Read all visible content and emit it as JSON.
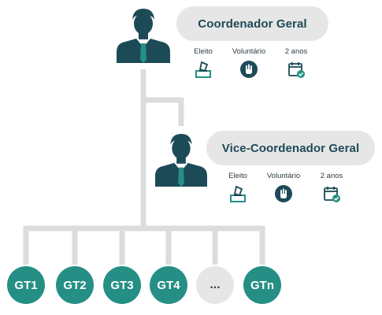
{
  "coordinator": {
    "title": "Coordenador Geral",
    "attributes": [
      {
        "label": "Eleito",
        "icon": "ballot-box-icon"
      },
      {
        "label": "Voluntário",
        "icon": "raised-hand-icon"
      },
      {
        "label": "2 anos",
        "icon": "calendar-check-icon"
      }
    ]
  },
  "vice_coordinator": {
    "title": "Vice-Coordenador Geral",
    "attributes": [
      {
        "label": "Eleito",
        "icon": "ballot-box-icon"
      },
      {
        "label": "Voluntário",
        "icon": "raised-hand-icon"
      },
      {
        "label": "2 anos",
        "icon": "calendar-check-icon"
      }
    ]
  },
  "groups": [
    "GT1",
    "GT2",
    "GT3",
    "GT4",
    "...",
    "GTn"
  ],
  "colors": {
    "accent_teal": "#258f86",
    "navy": "#1d4a57",
    "pill_gray": "#e6e6e6",
    "connector_gray": "#dcdcdc"
  }
}
